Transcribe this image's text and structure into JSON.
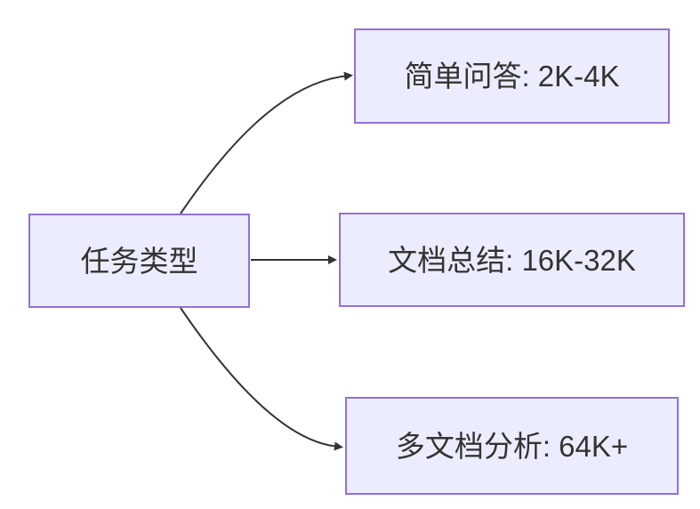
{
  "diagram": {
    "type": "flowchart",
    "direction": "left-to-right",
    "nodes": [
      {
        "id": "root",
        "label": "任务类型"
      },
      {
        "id": "qa",
        "label": "简单问答: 2K-4K"
      },
      {
        "id": "doc",
        "label": "文档总结: 16K-32K"
      },
      {
        "id": "multi",
        "label": "多文档分析: 64K+"
      }
    ],
    "edges": [
      {
        "from": "root",
        "to": "qa",
        "style": "curved-up"
      },
      {
        "from": "root",
        "to": "doc",
        "style": "straight"
      },
      {
        "from": "root",
        "to": "multi",
        "style": "curved-down"
      }
    ],
    "colors": {
      "node_fill": "#ECECFF",
      "node_border": "#9370DB",
      "edge": "#333333",
      "text": "#333333",
      "background": "#FFFFFF"
    }
  }
}
